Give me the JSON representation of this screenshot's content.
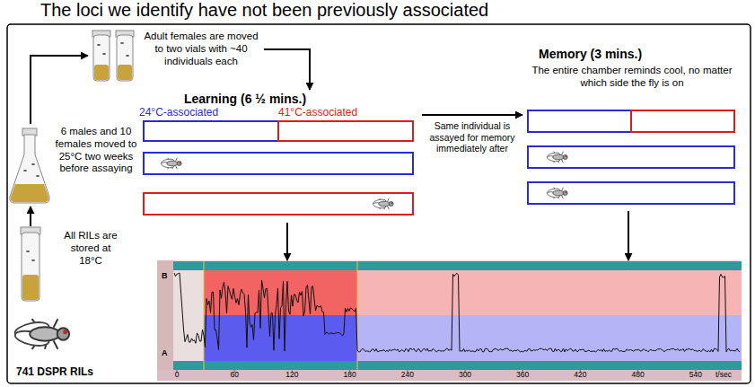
{
  "diagram": {
    "nodes": [
      {
        "text": [
          "All RILs are stored at 18°C"
        ]
      },
      {
        "text": [
          "6 males and 10 females moved to 25°C two weeks before assaying"
        ]
      },
      {
        "text": [
          "Adult females are moved to two vials with ~40 individuals each"
        ]
      },
      {
        "text": [
          "Learning (6 ½ mins.)",
          "24°C-associated",
          "41°C-associated"
        ]
      },
      {
        "text": [
          "Memory (3 mins.)",
          "The entire chamber reminds cool, no matter which side the fly is on"
        ]
      },
      {
        "text": [
          "B",
          "A",
          "0",
          "60",
          "120",
          "180",
          "240",
          "300",
          "360",
          "420",
          "480",
          "540",
          "t/sec"
        ]
      }
    ],
    "edges": [
      {
        "from": 0,
        "to": 1,
        "arrow": "to"
      },
      {
        "from": 1,
        "to": 2,
        "arrow": "to"
      },
      {
        "from": 2,
        "to": 3,
        "arrow": "to"
      },
      {
        "from": 3,
        "to": 4,
        "label": "Same individual is assayed for memory immediately after",
        "arrow": "to"
      },
      {
        "from": 3,
        "to": 5,
        "arrow": "to"
      },
      {
        "from": 4,
        "to": 5,
        "arrow": "to"
      }
    ],
    "labels": [
      "The loci we identify have not been previously associated",
      "741 DSPR RILs"
    ]
  }
}
